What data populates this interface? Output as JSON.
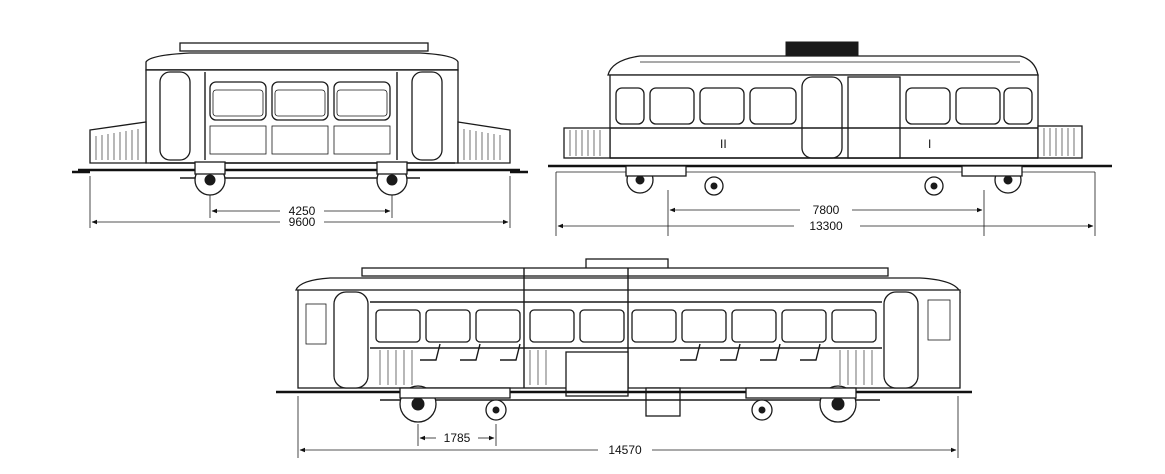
{
  "drawings": [
    {
      "id": "tram-1",
      "dimensions": {
        "wheelbase": "4250",
        "overall": "9600"
      }
    },
    {
      "id": "tram-2",
      "class_marks": [
        "II",
        "I"
      ],
      "dimensions": {
        "bogie_centres": "7800",
        "overall": "13300"
      }
    },
    {
      "id": "tram-3",
      "dimensions": {
        "bogie_wheelbase": "1785",
        "overall": "14570"
      }
    }
  ],
  "colors": {
    "line": "#1a1a1a",
    "background": "#ffffff"
  }
}
